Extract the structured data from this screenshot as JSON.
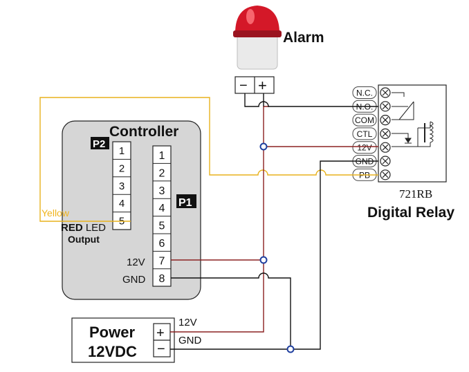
{
  "alarm": {
    "label": "Alarm",
    "minus": "−",
    "plus": "+"
  },
  "controller": {
    "title": "Controller",
    "p2_label": "P2",
    "p1_label": "P1",
    "p2_pins": [
      "1",
      "2",
      "3",
      "4",
      "5"
    ],
    "p1_pins": [
      "1",
      "2",
      "3",
      "4",
      "5",
      "6",
      "7",
      "8"
    ],
    "pin7_label": "12V",
    "pin8_label": "GND",
    "yellow_label": "Yellow",
    "red_led_bold": "RED",
    "red_led_rest": " LED",
    "output_label": "Output"
  },
  "relay": {
    "terminals": [
      "N.C.",
      "N.O.",
      "COM",
      "CTL",
      "12V",
      "GND",
      "PB"
    ],
    "model": "721RB",
    "name": "Digital Relay"
  },
  "power": {
    "line1": "Power",
    "line2": "12VDC",
    "plus": "+",
    "minus": "−",
    "label_12v": "12V",
    "label_gnd": "GND"
  },
  "colors": {
    "black_wire": "#111111",
    "red_wire": "#8b2020",
    "yellow_wire": "#e8b21c",
    "junction": "#1f3f9f",
    "controller_fill": "#d6d6d6",
    "alarm_red": "#d41828",
    "yellow_text": "#f0b41c"
  }
}
